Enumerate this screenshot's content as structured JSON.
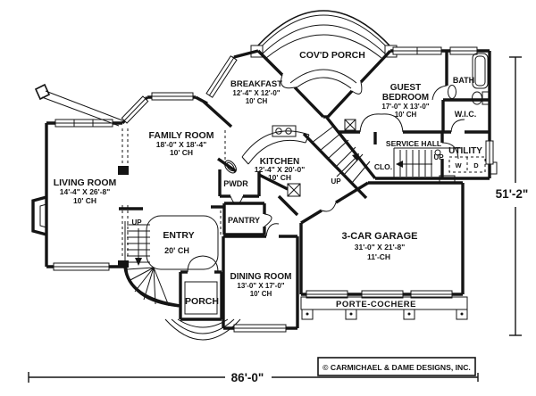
{
  "rooms": {
    "covd_porch": {
      "name": "COV'D PORCH"
    },
    "guest_bedroom": {
      "name_line1": "GUEST",
      "name_line2": "BEDROOM",
      "dims": "17'-0\" X 13'-0\"",
      "ceiling": "10' CH"
    },
    "bath": {
      "name": "BATH"
    },
    "wic": {
      "name": "W.I.C."
    },
    "utility": {
      "name": "UTILITY"
    },
    "service_hall": {
      "name": "SERVICE HALL"
    },
    "closet": {
      "name": "CLO."
    },
    "breakfast": {
      "name": "BREAKFAST",
      "dims": "12'-4\" X 12'-0\"",
      "ceiling": "10' CH"
    },
    "family": {
      "name": "FAMILY ROOM",
      "dims": "18'-0\" X 18'-4\"",
      "ceiling": "10' CH"
    },
    "kitchen": {
      "name": "KITCHEN",
      "dims": "12'-4\" X 20'-0\"",
      "ceiling": "10' CH"
    },
    "pwdr": {
      "name": "PWDR"
    },
    "pantry": {
      "name": "PANTRY"
    },
    "living": {
      "name": "LIVING ROOM",
      "dims": "14'-4\" X 26'-8\"",
      "ceiling": "10' CH"
    },
    "entry": {
      "name": "ENTRY",
      "ceiling": "20' CH"
    },
    "porch": {
      "name": "PORCH"
    },
    "dining": {
      "name": "DINING ROOM",
      "dims": "13'-0\" X 17'-0\"",
      "ceiling": "10' CH"
    },
    "garage": {
      "name": "3-CAR GARAGE",
      "dims": "31'-0\" X 21'-8\"",
      "ceiling": "11'-CH"
    },
    "porte_cochere": {
      "name": "PORTE-COCHERE"
    }
  },
  "labels": {
    "up": "UP",
    "washer": "W",
    "dryer": "D"
  },
  "dimensions": {
    "overall_width": "86'-0\"",
    "overall_depth": "51'-2\""
  },
  "footer": {
    "copyright": "© CARMICHAEL & DAME DESIGNS, INC."
  },
  "colors": {
    "ink": "#141414",
    "paper": "#ffffff"
  }
}
